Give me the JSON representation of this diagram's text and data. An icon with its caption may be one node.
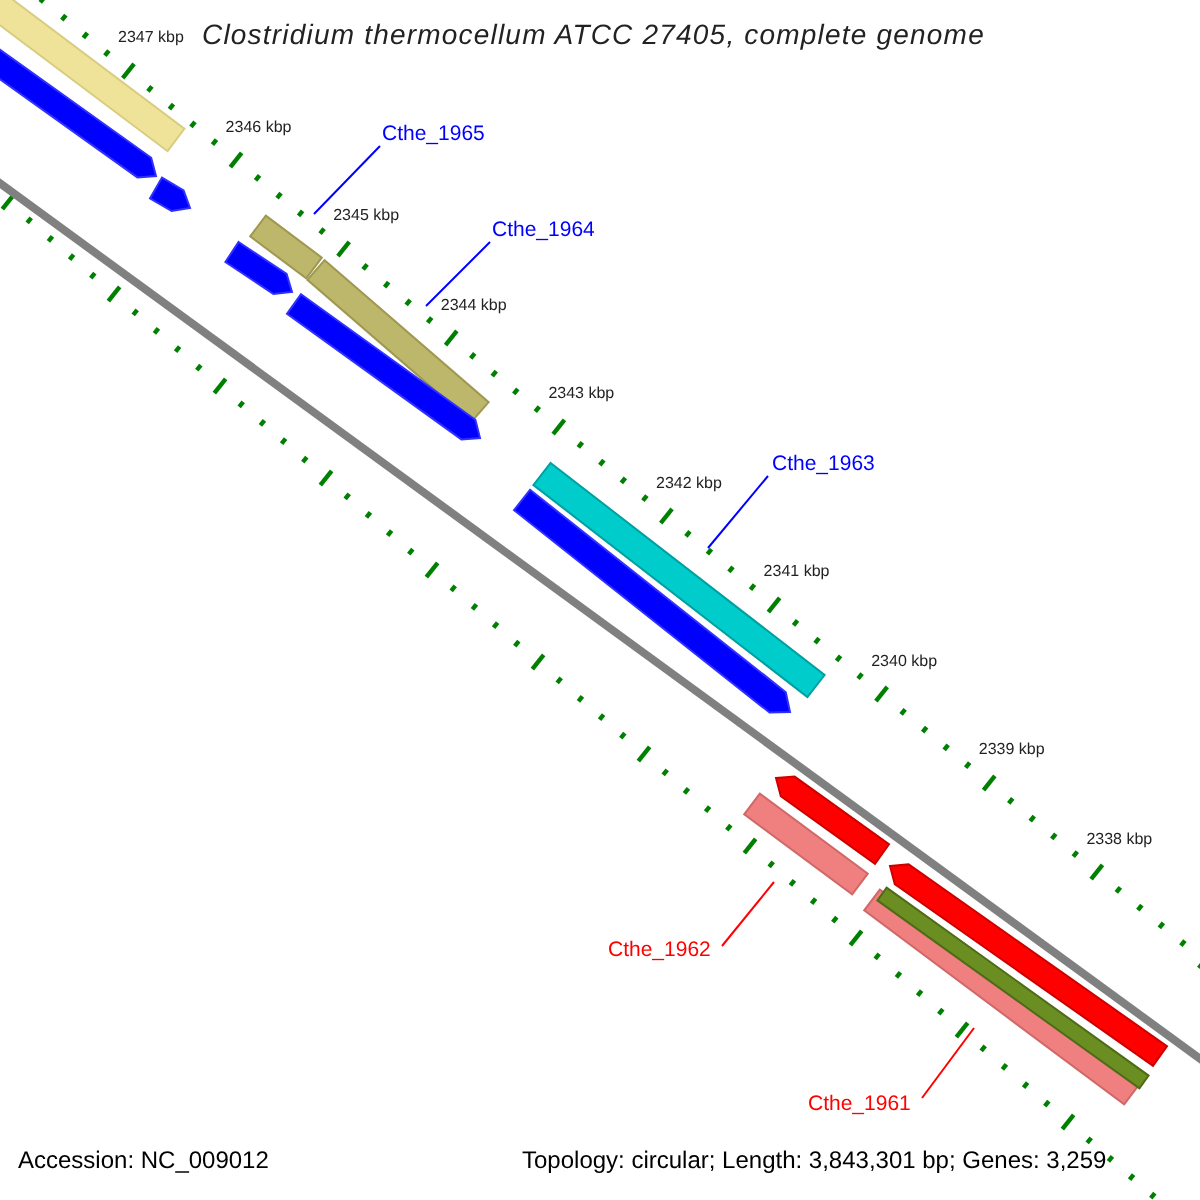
{
  "diagram": {
    "title": "Clostridium thermocellum ATCC 27405, complete genome",
    "nodes": [
      {
        "text": [
          "Cthe_1965"
        ]
      },
      {
        "text": [
          "Cthe_1964"
        ]
      },
      {
        "text": [
          "Cthe_1963"
        ]
      },
      {
        "text": [
          "Cthe_1962"
        ]
      },
      {
        "text": [
          "Cthe_1961"
        ]
      },
      {
        "text": [],
        "shape": "bar"
      },
      {
        "text": [],
        "shape": "bar"
      },
      {
        "text": [],
        "shape": "bar"
      },
      {
        "text": [],
        "shape": "bar"
      },
      {
        "text": [],
        "shape": "bar"
      }
    ],
    "edges": [
      {
        "from": 0,
        "to": 5,
        "arrow": "none"
      },
      {
        "from": 1,
        "to": 6,
        "arrow": "none"
      },
      {
        "from": 2,
        "to": 7,
        "arrow": "none"
      },
      {
        "from": 3,
        "to": 8,
        "arrow": "none",
        "color": "#ff0000"
      },
      {
        "from": 4,
        "to": 9,
        "arrow": "none",
        "color": "#ff0000"
      }
    ],
    "labels": [
      "2347 kbp",
      "2346 kbp",
      "2345 kbp",
      "2344 kbp",
      "2343 kbp",
      "2342 kbp",
      "2341 kbp",
      "2340 kbp",
      "2339 kbp",
      "2338 kbp",
      "Accession: NC_009012",
      "Topology: circular; Length: 3,843,301 bp; Genes: 3,259"
    ]
  }
}
